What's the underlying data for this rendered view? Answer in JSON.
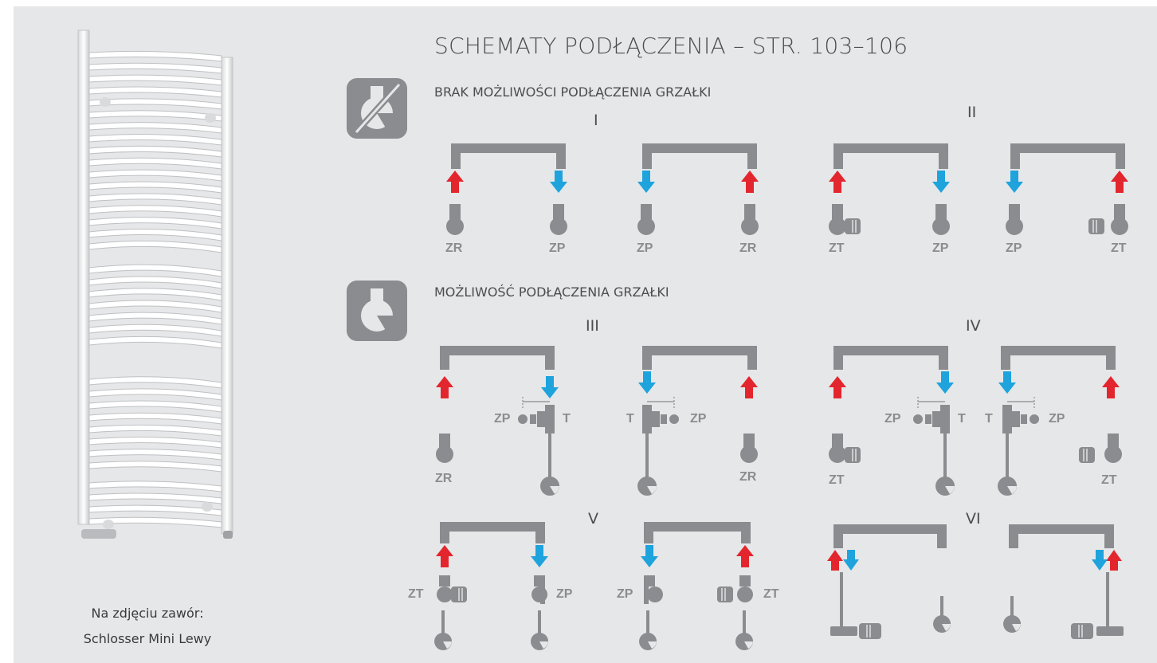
{
  "title": "SCHEMATY PODŁĄCZENIA – STR. 103–106",
  "sections": {
    "no_heater": "BRAK MOŻLIWOŚCI PODŁĄCZENIA GRZAŁKI",
    "heater": "MOŻLIWOŚĆ PODŁĄCZENIA GRZAŁKI"
  },
  "roman": [
    "I",
    "II",
    "III",
    "IV",
    "V",
    "VI"
  ],
  "labels": {
    "ZR": "ZR",
    "ZP": "ZP",
    "ZT": "ZT",
    "T": "T"
  },
  "caption": {
    "line1": "Na zdjęciu zawór:",
    "line2": "Schlosser Mini Lewy"
  },
  "icons": [
    "heater-crossed-icon",
    "heater-icon"
  ],
  "colors": {
    "panel": "#e6e7e8",
    "pipe": "#8a8c8f",
    "red_arrow": "#e3262e",
    "blue_arrow": "#1ea3dd",
    "text": "#4b4d50"
  }
}
